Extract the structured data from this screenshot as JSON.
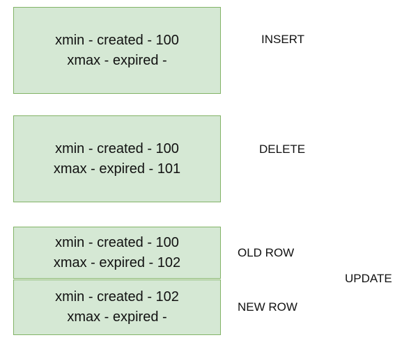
{
  "rows": {
    "insert": {
      "xmin": "xmin - created - 100",
      "xmax": "xmax - expired -",
      "label": "INSERT"
    },
    "delete": {
      "xmin": "xmin - created - 100",
      "xmax": "xmax - expired - 101",
      "label": "DELETE"
    },
    "update_old": {
      "xmin": "xmin - created - 100",
      "xmax": "xmax - expired - 102",
      "label": "OLD ROW"
    },
    "update_new": {
      "xmin": "xmin - created - 102",
      "xmax": "xmax - expired -",
      "label": "NEW ROW"
    }
  },
  "update_label": "UPDATE",
  "colors": {
    "box_fill": "#d5e8d4",
    "box_border": "#82b366",
    "text": "#111111"
  }
}
